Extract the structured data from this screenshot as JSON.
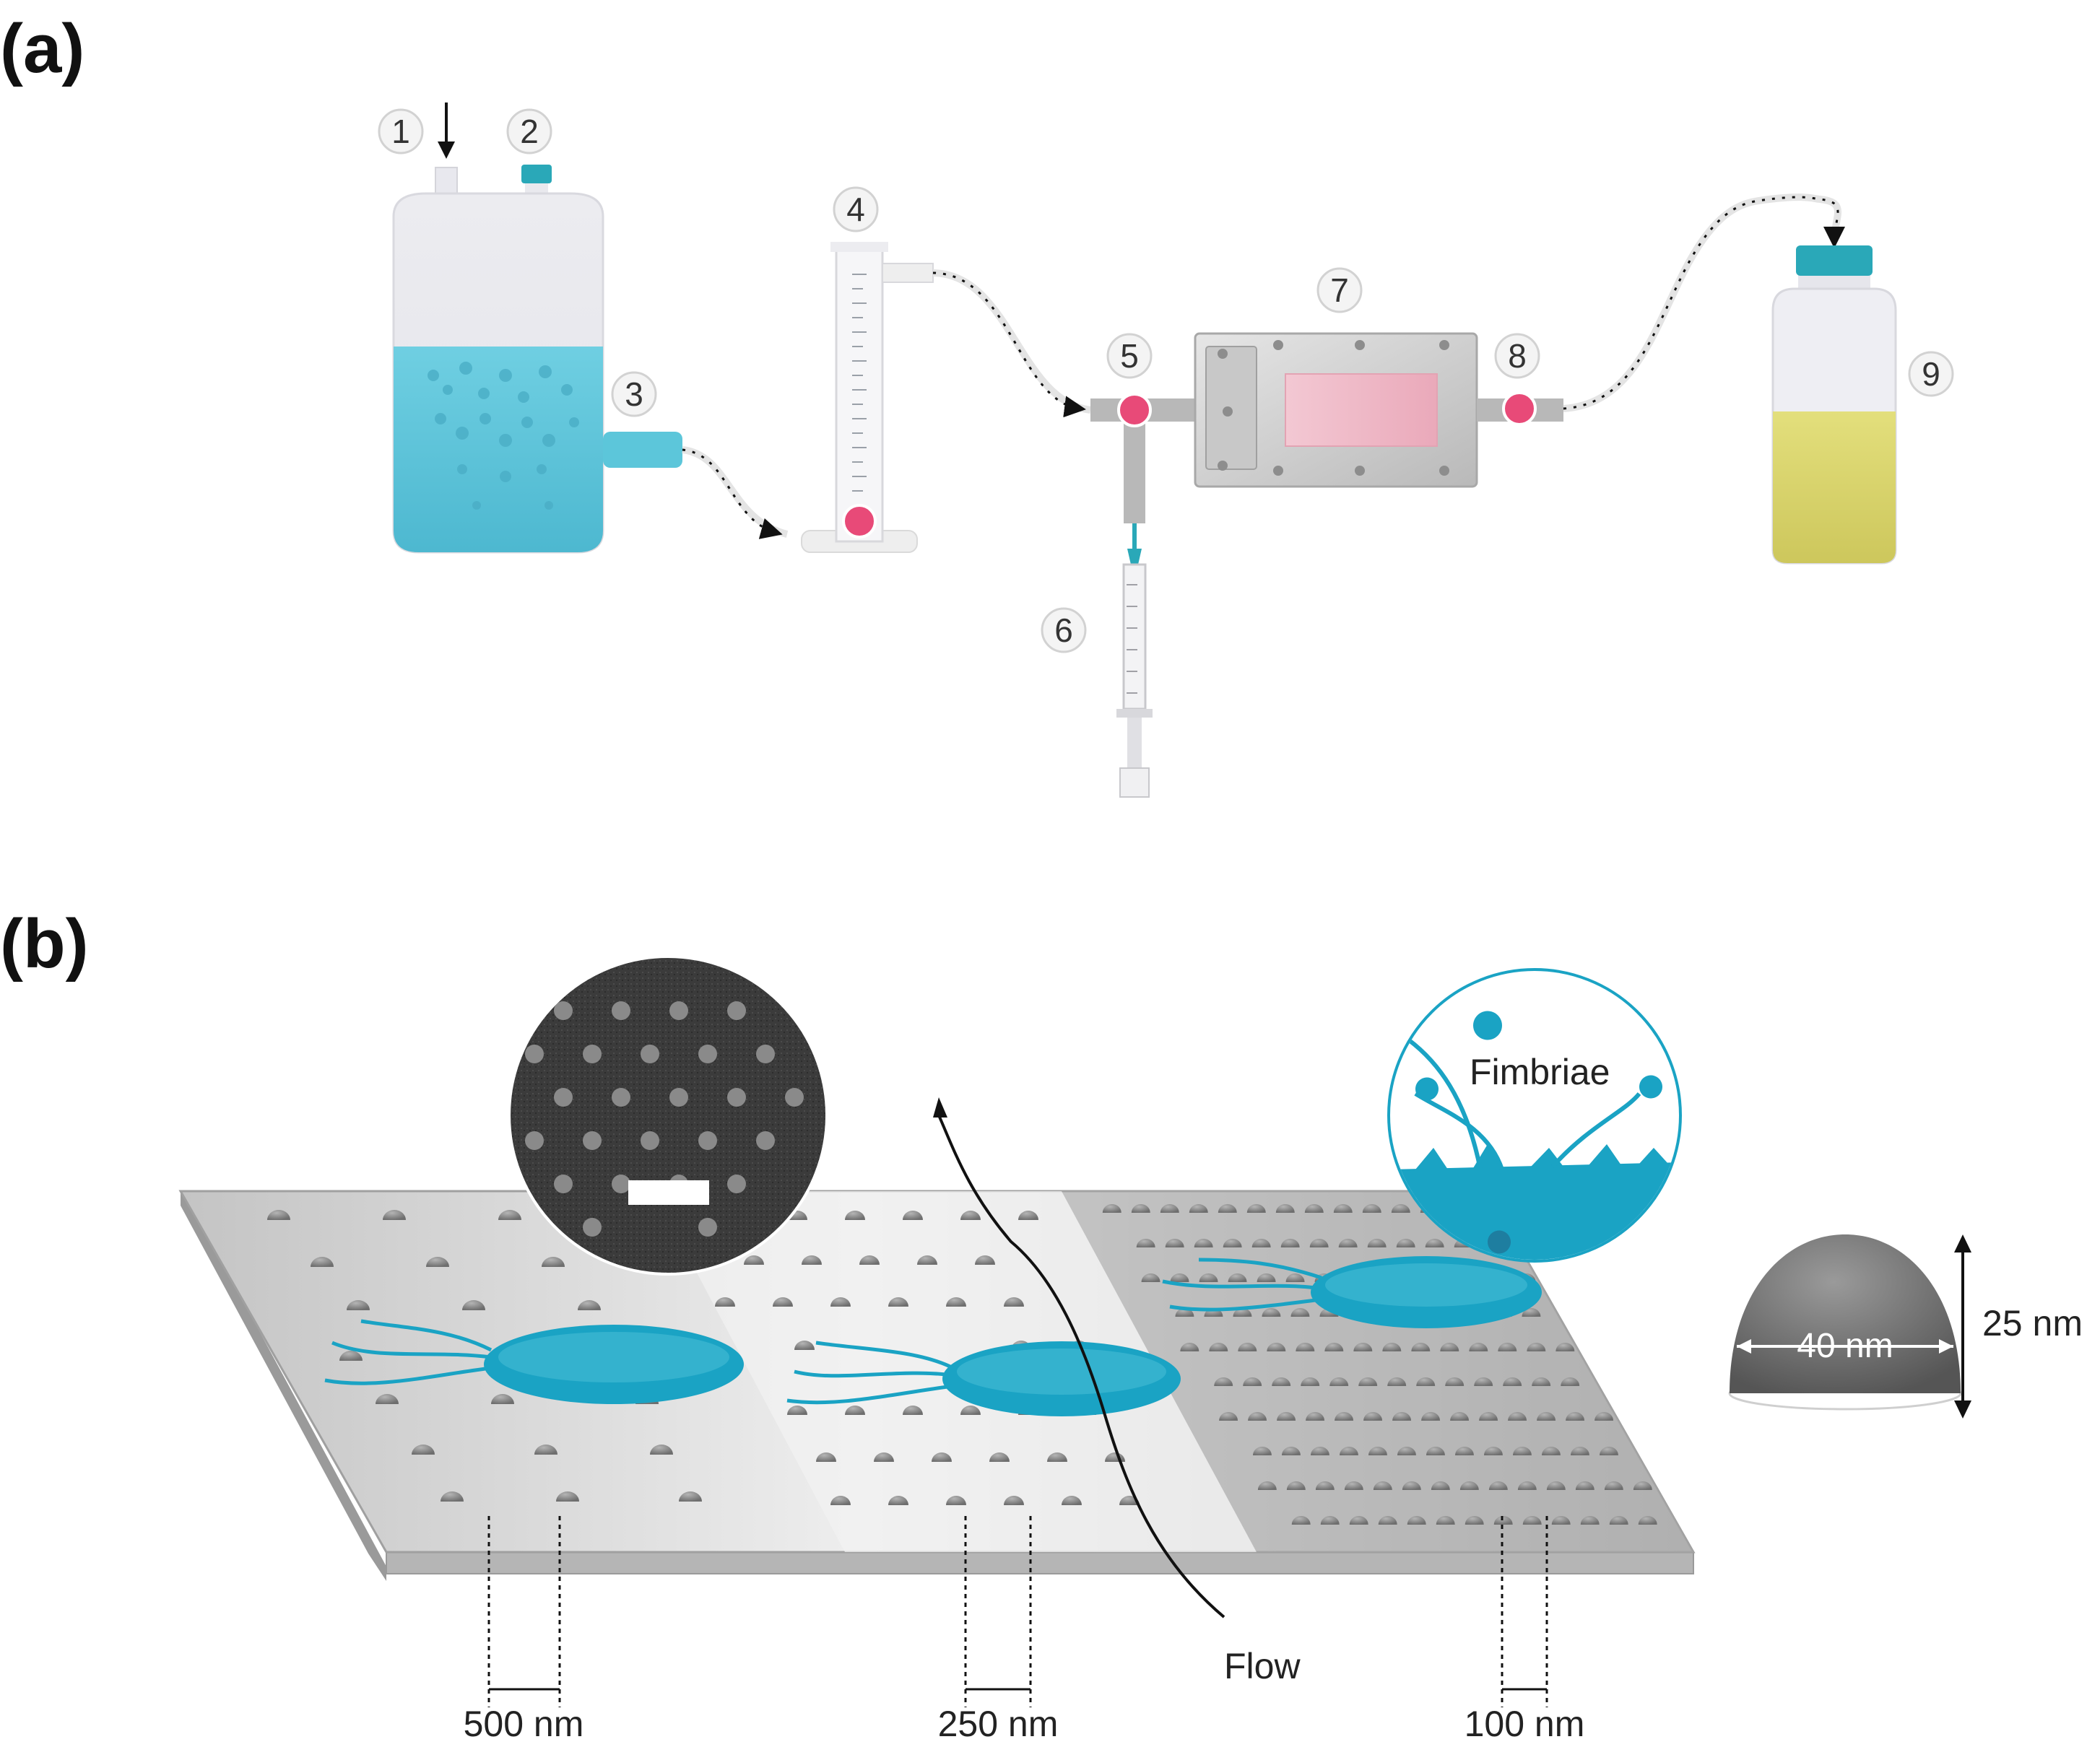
{
  "panels": {
    "a_label": "(a)",
    "b_label": "(b)"
  },
  "numbers": [
    "1",
    "2",
    "3",
    "4",
    "5",
    "6",
    "7",
    "8",
    "9"
  ],
  "panel_b": {
    "fimbriae_label": "Fimbriae",
    "flow_label": "Flow",
    "spacing_labels": [
      "500 nm",
      "250 nm",
      "100 nm"
    ],
    "dome_width_label": "40 nm",
    "dome_height_label": "25 nm"
  },
  "colors": {
    "liquid_blue": "#5cc6da",
    "valve_pink": "#e84a78",
    "cap_teal": "#2aa8b8",
    "bacteria_teal": "#1aa3c4",
    "culture_yellow": "#ddd870",
    "surface_gray": "#cfcfcf"
  },
  "icons": [
    "arrow-down-icon",
    "valve-icon",
    "syringe-icon",
    "flow-cell-icon",
    "bottle-icon",
    "sem-image-icon",
    "bacterium-icon",
    "nanodome-icon"
  ]
}
